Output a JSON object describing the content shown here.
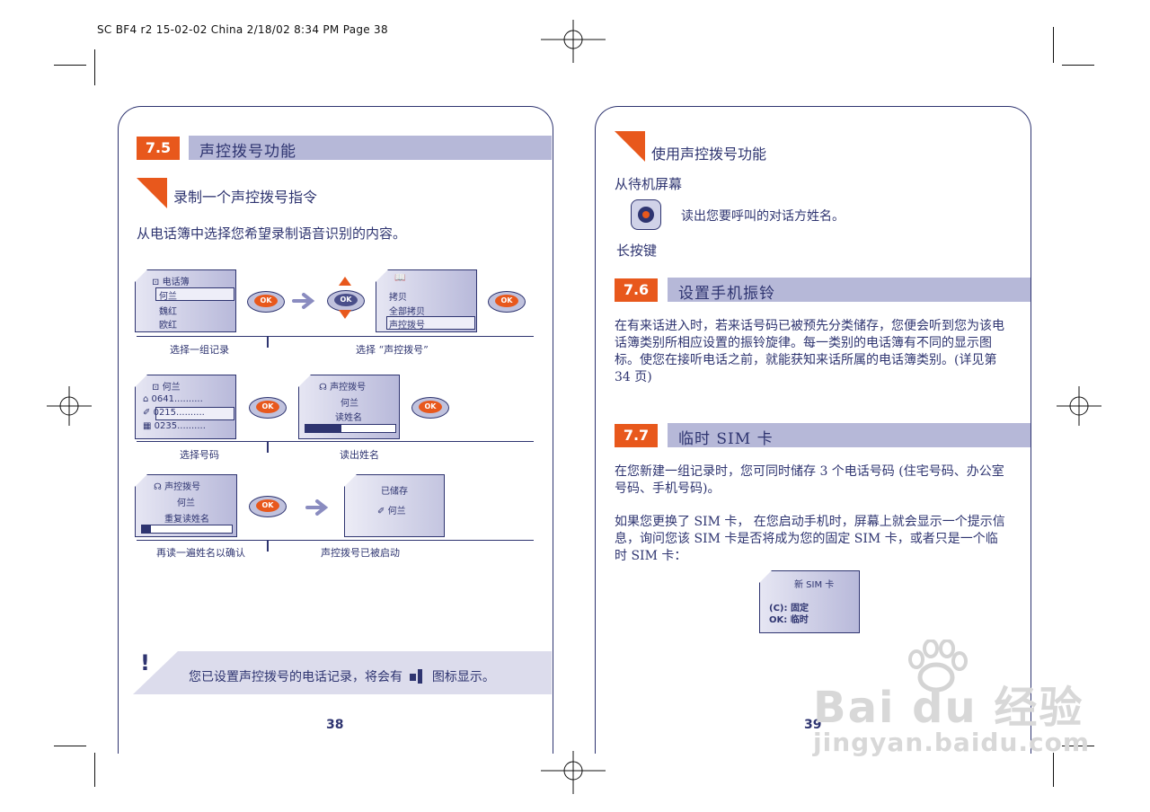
{
  "slug": "SC BF4 r2 15-02-02 China  2/18/02  8:34 PM  Page 38",
  "left": {
    "section_number": "7.5",
    "section_title": "声控拨号功能",
    "sub_heading": "录制一个声控拨号指令",
    "intro": "从电话簿中选择您希望录制语音识别的内容。",
    "row1": {
      "screen_a": {
        "title": "电话簿",
        "items": [
          "何兰",
          "魏红",
          "欧红"
        ]
      },
      "screen_b": {
        "items": [
          "拷贝",
          "全部拷贝",
          "声控拨号"
        ]
      },
      "caption_left": "选择一组记录",
      "caption_right": "选择 “声控拨号”"
    },
    "row2": {
      "screen_a": {
        "title": "何兰",
        "items": [
          "0641..........",
          "0215..........",
          "0235.........."
        ]
      },
      "screen_b": {
        "title": "声控拨号",
        "items": [
          "何兰",
          "读姓名"
        ],
        "progress": 0.4
      },
      "caption_left": "选择号码",
      "caption_right": "读出姓名"
    },
    "row3": {
      "screen_a": {
        "title": "声控拨号",
        "items": [
          "何兰",
          "重复读姓名"
        ],
        "progress": 0.1
      },
      "screen_b": {
        "title": "已储存",
        "items": [
          "何兰"
        ]
      },
      "caption_left": "再读一遍姓名以确认",
      "caption_right": "声控拨号已被启动"
    },
    "ok_label": "OK",
    "note_mark": "!",
    "note_text_a": "您已设置声控拨号的电话记录，将会有",
    "note_text_b": "图标显示。",
    "page_number": "38"
  },
  "right": {
    "sub_heading": "使用声控拨号功能",
    "from_idle": "从待机屏幕",
    "read_name": "读出您要呼叫的对话方姓名。",
    "long_press": "长按键",
    "s76_number": "7.6",
    "s76_title": "设置手机振铃",
    "s76_para": "在有来话进入时，若来话号码已被预先分类储存，您便会听到您为该电话簿类别所相应设置的振铃旋律。每一类别的电话簿有不同的显示图标。使您在接听电话之前，就能获知来话所属的电话簿类别。(详见第 34 页)",
    "s77_number": "7.7",
    "s77_title": "临时 SIM 卡",
    "s77_para1": "在您新建一组记录时，您可同时储存 3 个电话号码 (住宅号码、办公室号码、手机号码)。",
    "s77_para2": "如果您更换了 SIM 卡， 在您启动手机时，屏幕上就会显示一个提示信息，询问您该 SIM 卡是否将成为您的固定 SIM 卡，或者只是一个临时 SIM 卡：",
    "sim_screen": {
      "title": "新  SIM  卡",
      "line1": "(C):  固定",
      "line2": "OK:  临时"
    },
    "page_number": "39"
  },
  "watermark": {
    "brand": "Bai du 经验",
    "url": "jingyan.baidu.com"
  },
  "colors": {
    "accent": "#e8581c",
    "navy": "#2e3470",
    "bar": "#b6b8d8"
  }
}
